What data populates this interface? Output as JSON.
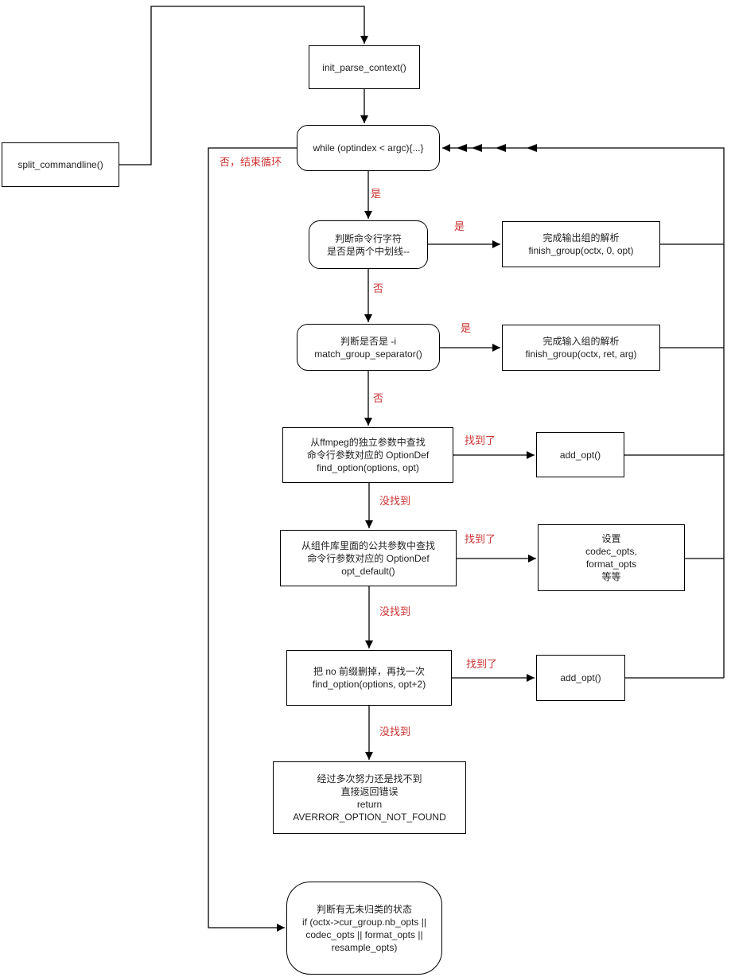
{
  "diagram": {
    "title": "ffmpeg command line parsing flowchart",
    "colors": {
      "background": "#ffffff",
      "node_border": "#000000",
      "node_fill": "#ffffff",
      "node_text": "#1f1f1f",
      "edge_stroke": "#000000",
      "edge_label_red": "#cc3333"
    },
    "nodes": {
      "split_commandline": {
        "label": "split_commandline()",
        "shape": "rect"
      },
      "init_parse_context": {
        "label": "init_parse_context()",
        "shape": "rect"
      },
      "while_loop": {
        "label": "while (optindex < argc){...}",
        "shape": "rounded"
      },
      "check_double_dash": {
        "label": "判断命令行字符\n是否是两个中划线--",
        "shape": "rounded"
      },
      "finish_output_group": {
        "label": "完成输出组的解析\nfinish_group(octx, 0, opt)",
        "shape": "rect"
      },
      "check_input_separator": {
        "label": "判断是否是 -i\nmatch_group_separator()",
        "shape": "rounded"
      },
      "finish_input_group": {
        "label": "完成输入组的解析\nfinish_group(octx, ret, arg)",
        "shape": "rect"
      },
      "find_option": {
        "label": "从ffmpeg的独立参数中查找\n命令行参数对应的 OptionDef\nfind_option(options, opt)",
        "shape": "rect"
      },
      "add_opt_1": {
        "label": "add_opt()",
        "shape": "rect"
      },
      "opt_default": {
        "label": "从组件库里面的公共参数中查找\n命令行参数对应的 OptionDef\nopt_default()",
        "shape": "rect"
      },
      "set_opts": {
        "label": "设置\ncodec_opts,\nformat_opts\n等等",
        "shape": "rect"
      },
      "retry_without_no": {
        "label": "把 no 前缀删掉，再找一次\nfind_option(options, opt+2)",
        "shape": "rect"
      },
      "add_opt_2": {
        "label": "add_opt()",
        "shape": "rect"
      },
      "return_error": {
        "label": "经过多次努力还是找不到\n直接返回错误\nreturn\nAVERROR_OPTION_NOT_FOUND",
        "shape": "rect"
      },
      "check_leftover_state": {
        "label": "判断有无未归类的状态\nif (octx->cur_group.nb_opts ||\ncodec_opts || format_opts ||\nresample_opts)",
        "shape": "rounded"
      }
    },
    "edge_labels": {
      "exit_loop": "否，结束循环",
      "yes_while": "是",
      "yes_dash": "是",
      "no_dash": "否",
      "yes_separator": "是",
      "no_separator": "否",
      "found_1": "找到了",
      "not_found_1": "没找到",
      "found_2": "找到了",
      "not_found_2": "没找到",
      "found_3": "找到了",
      "not_found_3": "没找到"
    }
  }
}
